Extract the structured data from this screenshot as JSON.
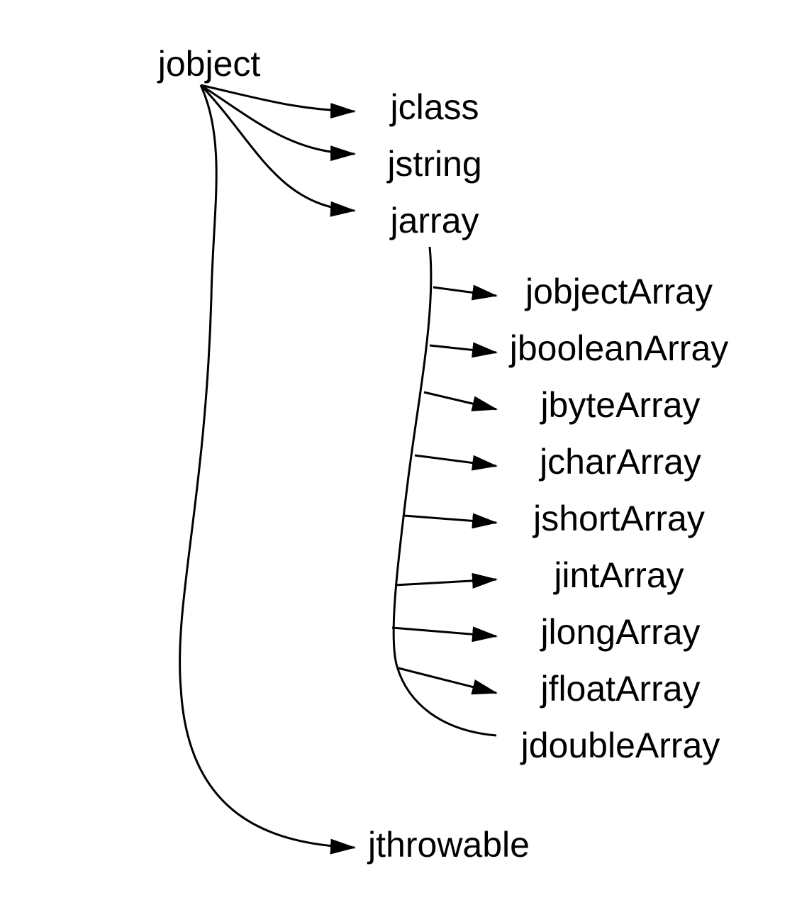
{
  "diagram": {
    "nodes": {
      "jobject": "jobject",
      "jclass": "jclass",
      "jstring": "jstring",
      "jarray": "jarray",
      "jobjectArray": "jobjectArray",
      "jbooleanArray": "jbooleanArray",
      "jbyteArray": "jbyteArray",
      "jcharArray": "jcharArray",
      "jshortArray": "jshortArray",
      "jintArray": "jintArray",
      "jlongArray": "jlongArray",
      "jfloatArray": "jfloatArray",
      "jdoubleArray": "jdoubleArray",
      "jthrowable": "jthrowable"
    },
    "edges": [
      {
        "from": "jobject",
        "to": "jclass"
      },
      {
        "from": "jobject",
        "to": "jstring"
      },
      {
        "from": "jobject",
        "to": "jarray"
      },
      {
        "from": "jobject",
        "to": "jthrowable"
      },
      {
        "from": "jarray",
        "to": "jobjectArray"
      },
      {
        "from": "jarray",
        "to": "jbooleanArray"
      },
      {
        "from": "jarray",
        "to": "jbyteArray"
      },
      {
        "from": "jarray",
        "to": "jcharArray"
      },
      {
        "from": "jarray",
        "to": "jshortArray"
      },
      {
        "from": "jarray",
        "to": "jintArray"
      },
      {
        "from": "jarray",
        "to": "jlongArray"
      },
      {
        "from": "jarray",
        "to": "jfloatArray"
      },
      {
        "from": "jarray",
        "to": "jdoubleArray"
      }
    ],
    "colors": {
      "line": "#000000",
      "text": "#000000",
      "background": "#ffffff"
    }
  }
}
